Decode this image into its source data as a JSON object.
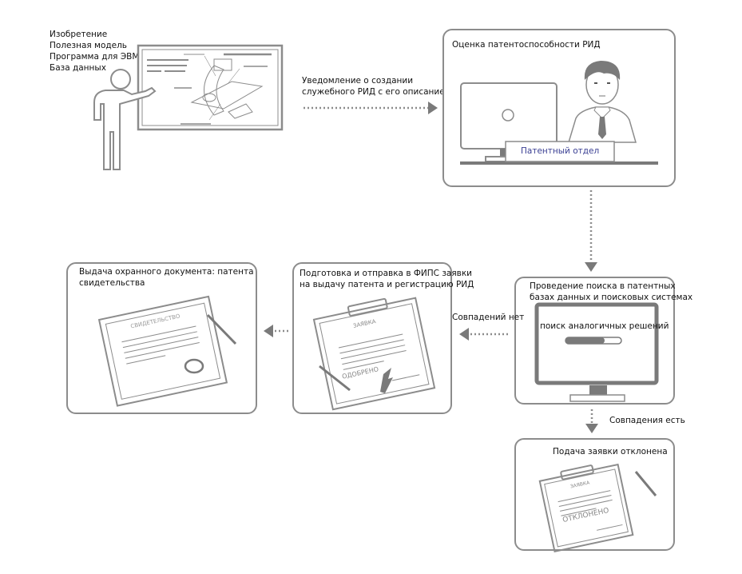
{
  "title": "Процесс патентования РИД",
  "colors": {
    "stroke": "#8c8c8c",
    "fill": "#7a7a7a",
    "blue_text": "#3a3f93"
  },
  "start": {
    "items": [
      "Изобретение",
      "Полезная модель",
      "Программа для ЭВМ",
      "База данных"
    ],
    "illustration": "presenter-at-board"
  },
  "arrow_notify": {
    "label_line1": "Уведомление о создании",
    "label_line2": "служебного РИД с его описанием"
  },
  "box_assessment": {
    "title": "Оценка патентоспособности  РИД",
    "desk_sign": "Патентный отдел"
  },
  "box_search": {
    "title_line1": "Проведение  поиска в патентных",
    "title_line2": "базах данных и поисковых системах",
    "screen_text": "поиск аналогичных решений",
    "progress": 0.7
  },
  "arrow_no_match": {
    "label": "Совпадений нет"
  },
  "arrow_match": {
    "label": "Совпадения есть"
  },
  "box_prepare": {
    "title_line1": "Подготовка и отправка в ФИПС заявки",
    "title_line2": "на выдачу патента и регистрацию РИД",
    "doc_header": "ЗАЯВКА",
    "doc_stamp": "ОДОБРЕНО"
  },
  "box_issue": {
    "title_line1": "Выдача охранного документа: патента",
    "title_line2": "свидетельства",
    "doc_header": "СВИДЕТЕЛЬСТВО"
  },
  "box_rejected": {
    "title": "Подача заявки отклонена",
    "doc_header": "ЗАЯВКА",
    "doc_stamp": "ОТКЛОНЕНО"
  }
}
